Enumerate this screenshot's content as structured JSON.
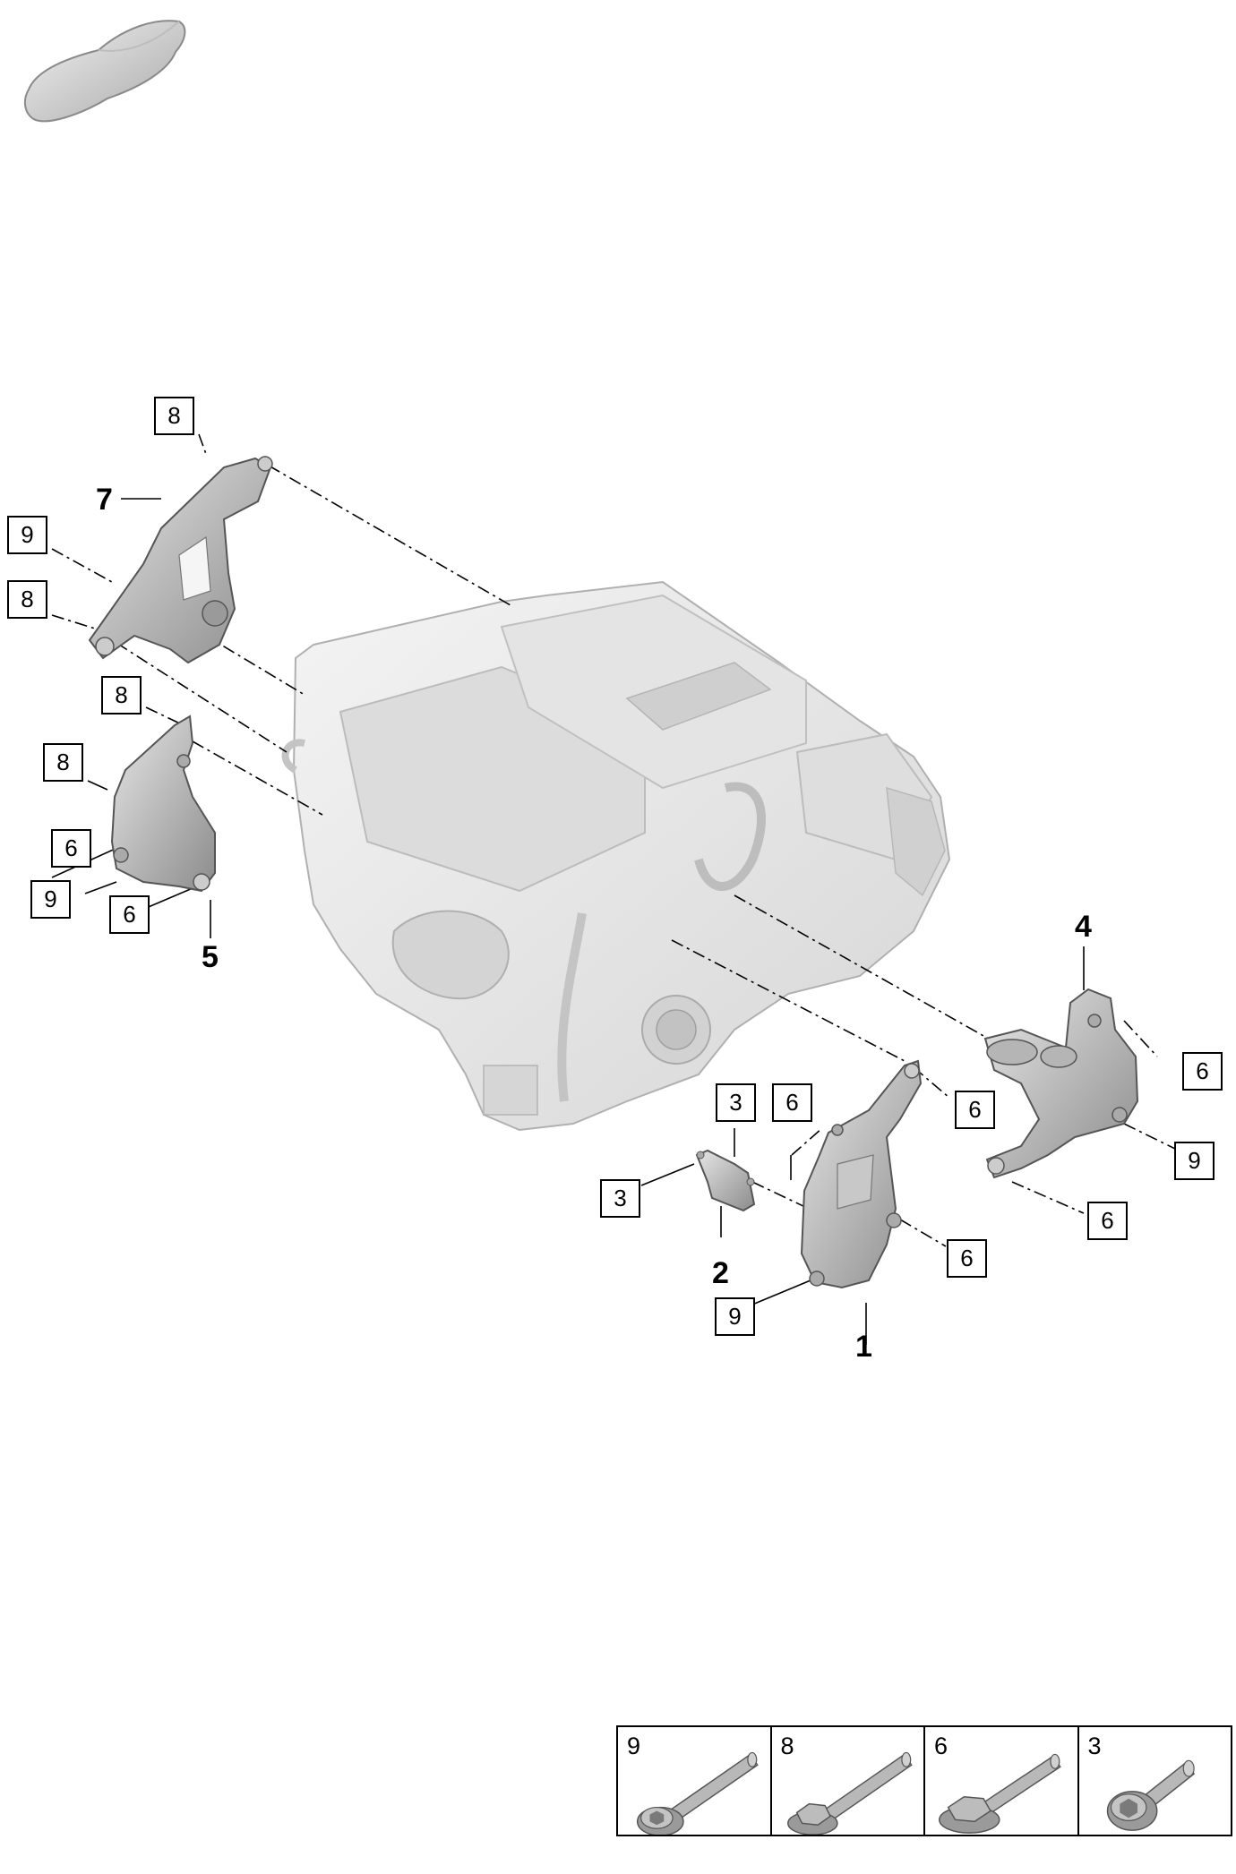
{
  "callouts": {
    "c1": "8",
    "c2": "9",
    "c3": "8",
    "c4": "8",
    "c5": "8",
    "c6": "6",
    "c7": "9",
    "c8": "6",
    "c9": "3",
    "c10": "6",
    "c11": "3",
    "c12": "6",
    "c13": "9",
    "c14": "6",
    "c15": "6",
    "c16": "9",
    "c17": "6"
  },
  "parts": {
    "p1": "1",
    "p2": "2",
    "p4": "4",
    "p5": "5",
    "p7": "7"
  },
  "legend": [
    {
      "label": "9",
      "icon": "torx-bolt-icon"
    },
    {
      "label": "8",
      "icon": "hex-flange-bolt-icon"
    },
    {
      "label": "6",
      "icon": "hex-flange-bolt-icon"
    },
    {
      "label": "3",
      "icon": "torx-bolt-icon"
    }
  ]
}
